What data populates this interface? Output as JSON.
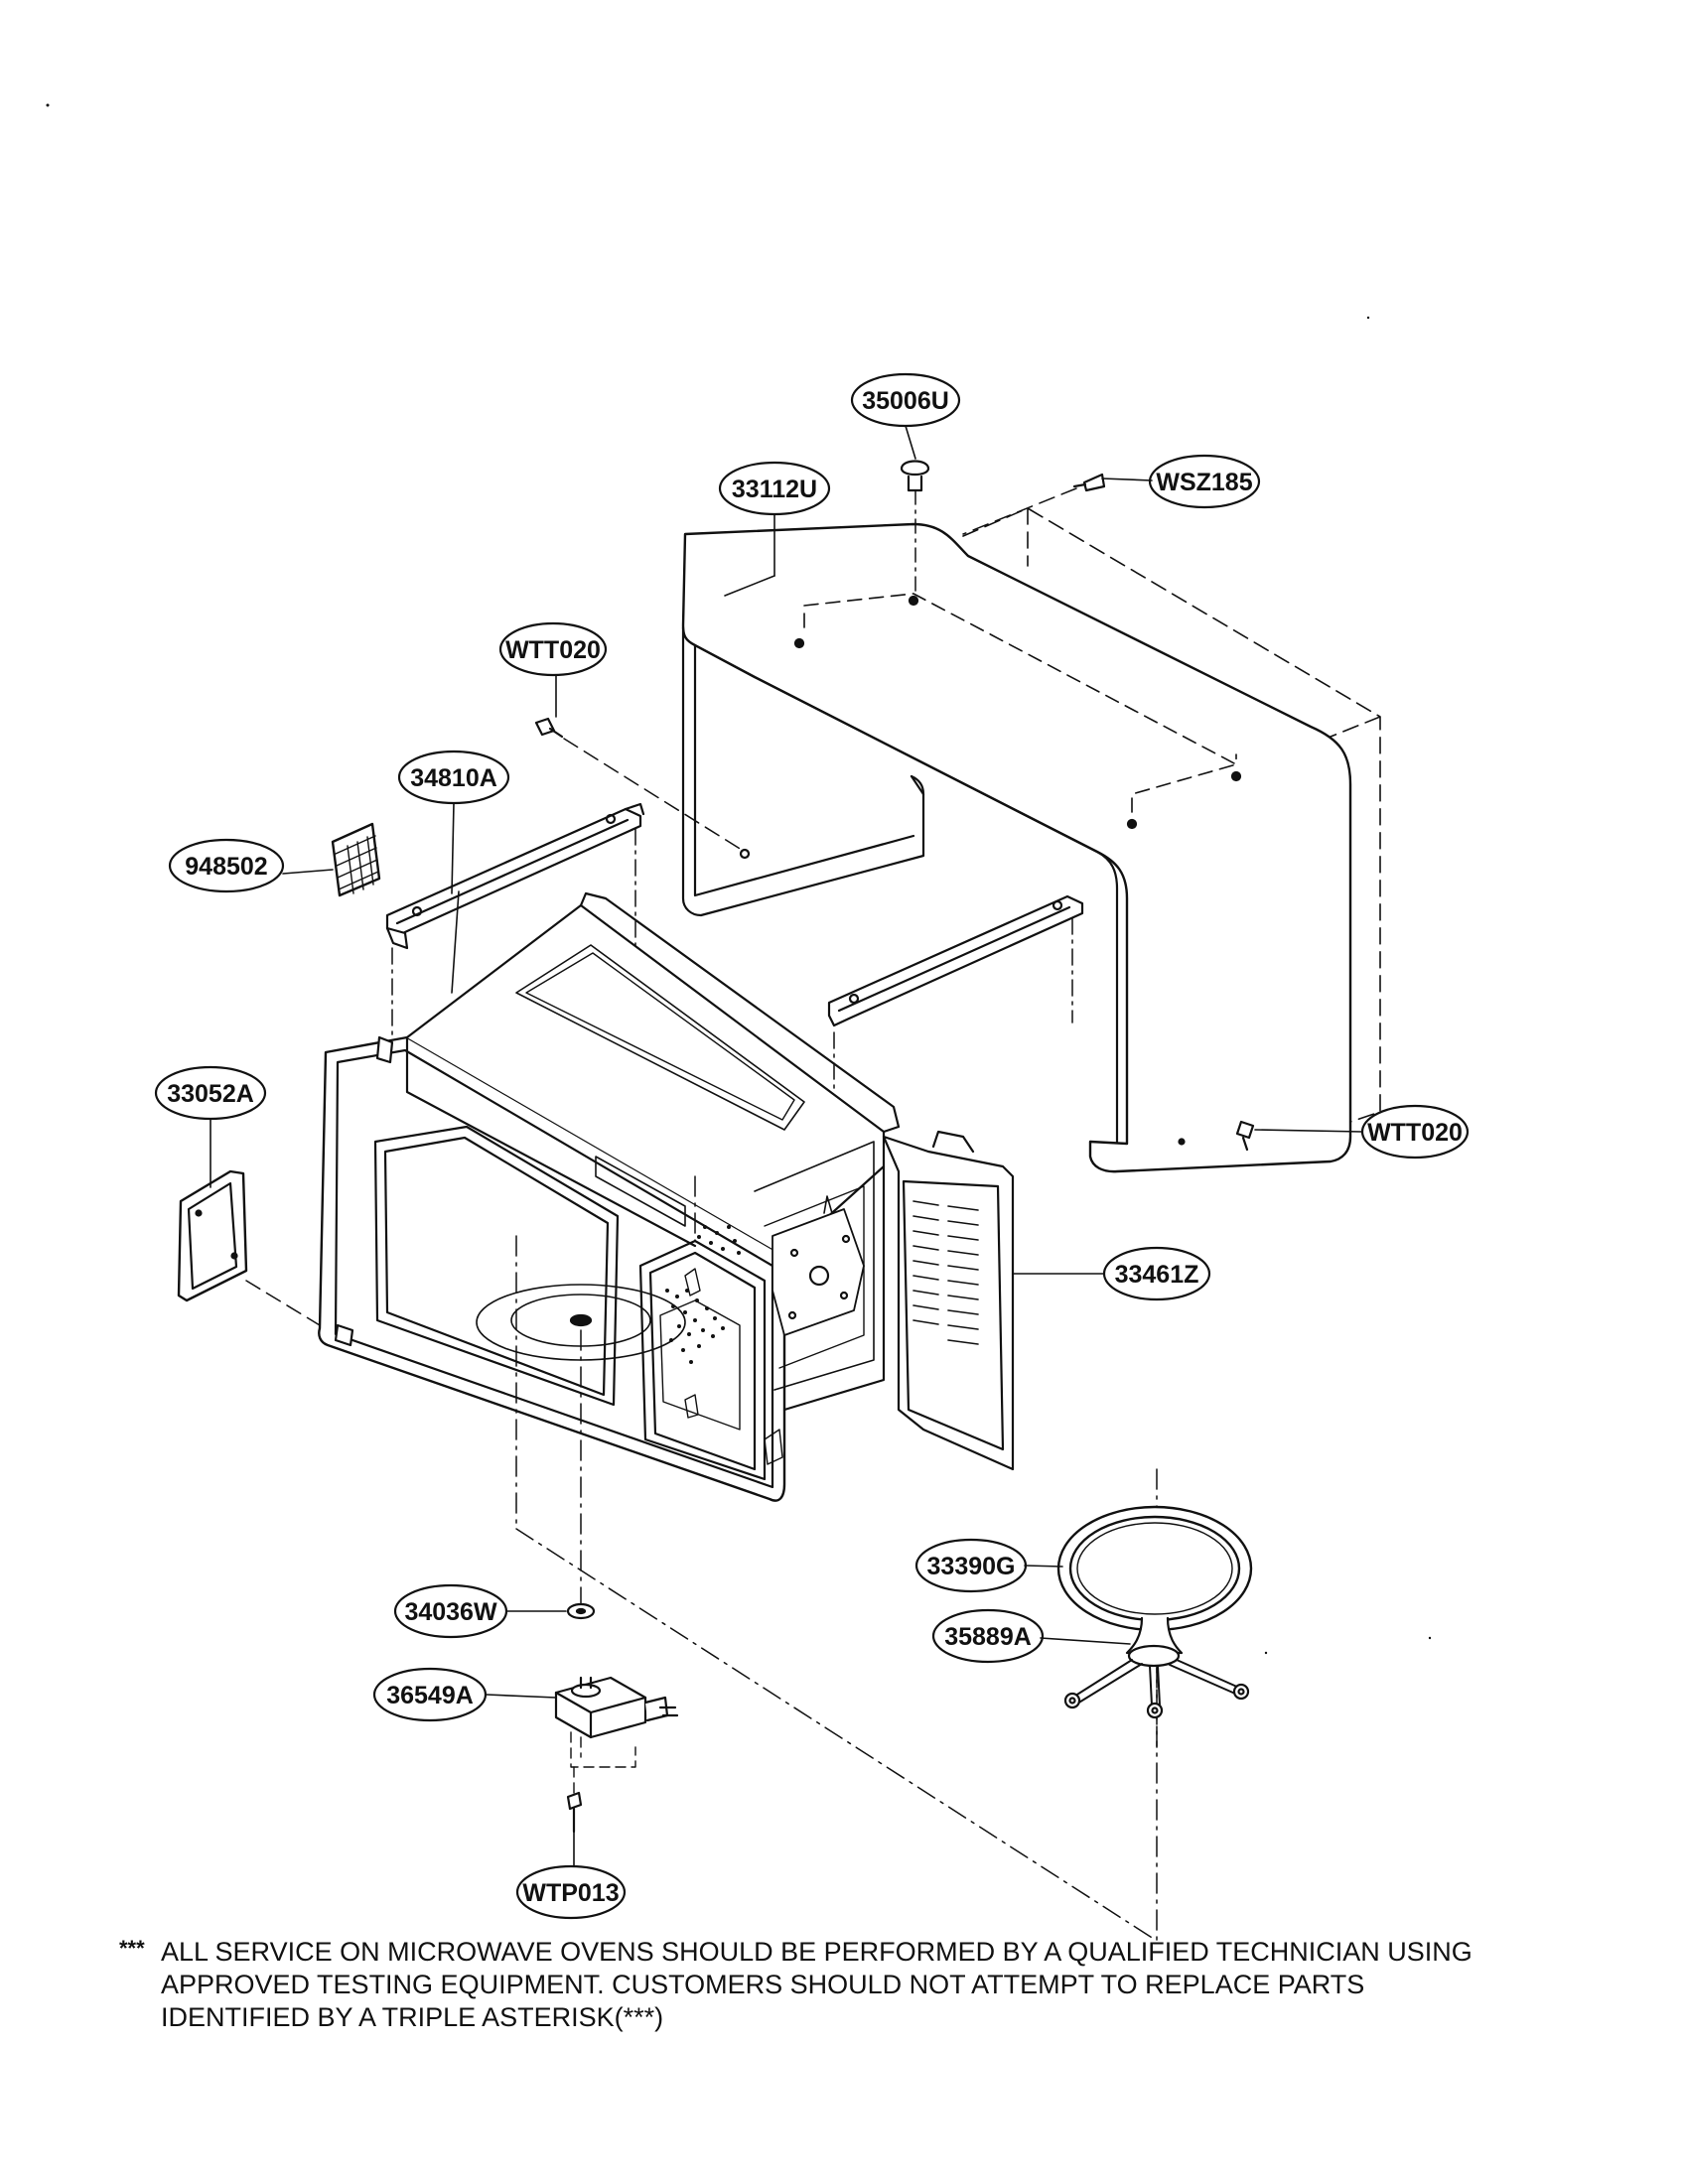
{
  "labels": {
    "p35006U": "35006U",
    "p33112U": "33112U",
    "wsz185": "WSZ185",
    "wtt020_top": "WTT020",
    "p34810A": "34810A",
    "p948502": "948502",
    "p33052A": "33052A",
    "wtt020_right": "WTT020",
    "p33461Z": "33461Z",
    "p33390G": "33390G",
    "p35889A": "35889A",
    "p34036W": "34036W",
    "p36549A": "36549A",
    "wtp013": "WTP013"
  },
  "notice": {
    "mark": "***",
    "line1": "ALL SERVICE ON MICROWAVE OVENS SHOULD BE PERFORMED BY A QUALIFIED TECHNICIAN USING",
    "line2": "APPROVED TESTING EQUIPMENT. CUSTOMERS SHOULD NOT ATTEMPT TO REPLACE PARTS",
    "line3": "IDENTIFIED BY A TRIPLE ASTERISK(***)"
  }
}
